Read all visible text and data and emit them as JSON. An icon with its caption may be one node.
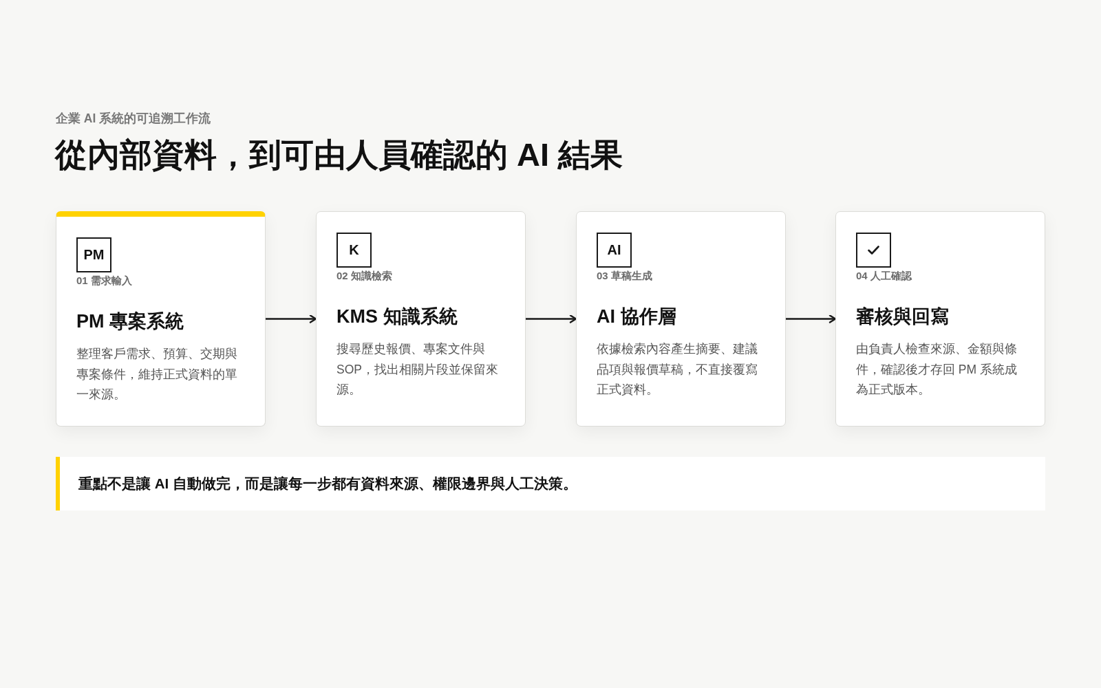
{
  "diagram": {
    "title": "從內部資料，到可由人員確認的 AI 結果",
    "nodes": [
      {
        "text": [
          "01 需求輸入",
          "PM 專案系統",
          "整理客戶需求、預算、交期與專案條件，維持正式資料的單一來源。"
        ]
      },
      {
        "text": [
          "PM"
        ],
        "in": 0
      },
      {
        "text": [
          "02 知識檢索",
          "KMS 知識系統",
          "搜尋歷史報價、專案文件與 SOP，找出相關片段並保留來源。"
        ]
      },
      {
        "text": [
          "K"
        ],
        "in": 2
      },
      {
        "text": [
          "03 草稿生成",
          "AI 協作層",
          "依據檢索內容產生摘要、建議品項與報價草稿，不直接覆寫正式資料。"
        ]
      },
      {
        "text": [
          "AI"
        ],
        "in": 4
      },
      {
        "text": [
          "04 人工確認",
          "審核與回寫",
          "由負責人檢查來源、金額與條件，確認後才存回 PM 系統成為正式版本。"
        ]
      },
      {
        "text": [],
        "shape": "box",
        "in": 6
      },
      {
        "text": [
          "重點不是讓 AI 自動做完，而是讓每一步都有資料來源、權限邊界與人工決策。"
        ]
      }
    ],
    "edges": [
      {
        "from": 0,
        "to": 2,
        "arrow": "to"
      },
      {
        "from": 2,
        "to": 4,
        "arrow": "to"
      },
      {
        "from": 4,
        "to": 6,
        "arrow": "to"
      }
    ],
    "labels": [
      "企業 AI 系統的可追溯工作流"
    ]
  }
}
